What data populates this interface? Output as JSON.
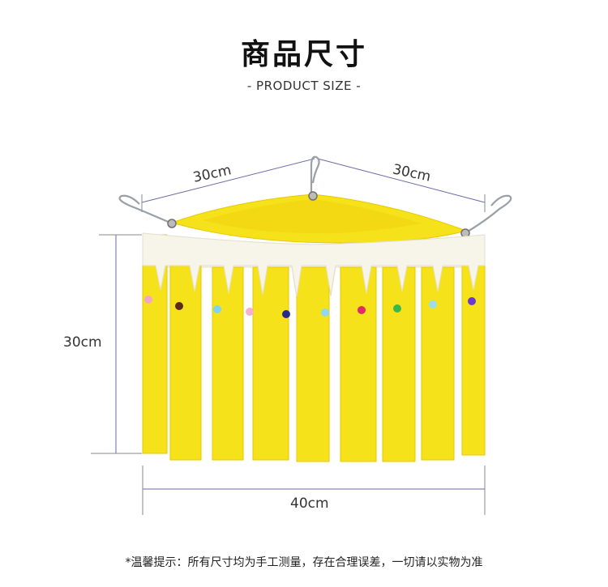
{
  "header": {
    "title": "商品尺寸",
    "subtitle": "- PRODUCT SIZE -"
  },
  "dimensions": {
    "top_left": "30cm",
    "top_right": "30cm",
    "height": "30cm",
    "width": "40cm"
  },
  "footer": {
    "note": "*温馨提示：所有尺寸均为手工测量，存在合理误差，一切请以实物为准"
  },
  "colors": {
    "fabric_yellow": "#f6e21a",
    "fabric_shadow": "#e8c800",
    "trim_white": "#f7f4ea",
    "dimension_line": "#6a6aa8",
    "pompoms": [
      "#f4a6c8",
      "#5a2a1a",
      "#7fd4f0",
      "#f6b0d0",
      "#2a2a8a",
      "#8fd8f0",
      "#e02a6a",
      "#3ab84a",
      "#9adcf0",
      "#6a3ad0"
    ]
  }
}
